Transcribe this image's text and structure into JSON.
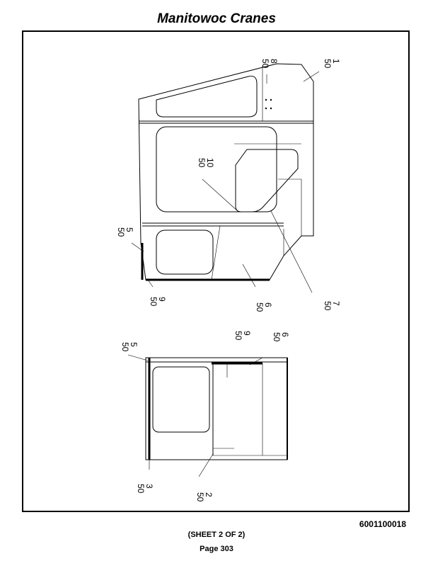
{
  "header": {
    "title": "Manitowoc Cranes"
  },
  "footer": {
    "doc_number": "6001100018",
    "sheet": "(SHEET 2 OF 2)",
    "page": "Page 303"
  },
  "callouts": {
    "upper": [
      {
        "group": "50",
        "item": "8"
      },
      {
        "group": "50",
        "item": "1"
      },
      {
        "group": "50",
        "item": "10"
      },
      {
        "group": "50",
        "item": "5"
      },
      {
        "group": "50",
        "item": "9"
      },
      {
        "group": "50",
        "item": "6"
      },
      {
        "group": "50",
        "item": "7"
      }
    ],
    "lower": [
      {
        "group": "50",
        "item": "9"
      },
      {
        "group": "50",
        "item": "6"
      },
      {
        "group": "50",
        "item": "5"
      },
      {
        "group": "50",
        "item": "3"
      },
      {
        "group": "50",
        "item": "2"
      }
    ]
  }
}
